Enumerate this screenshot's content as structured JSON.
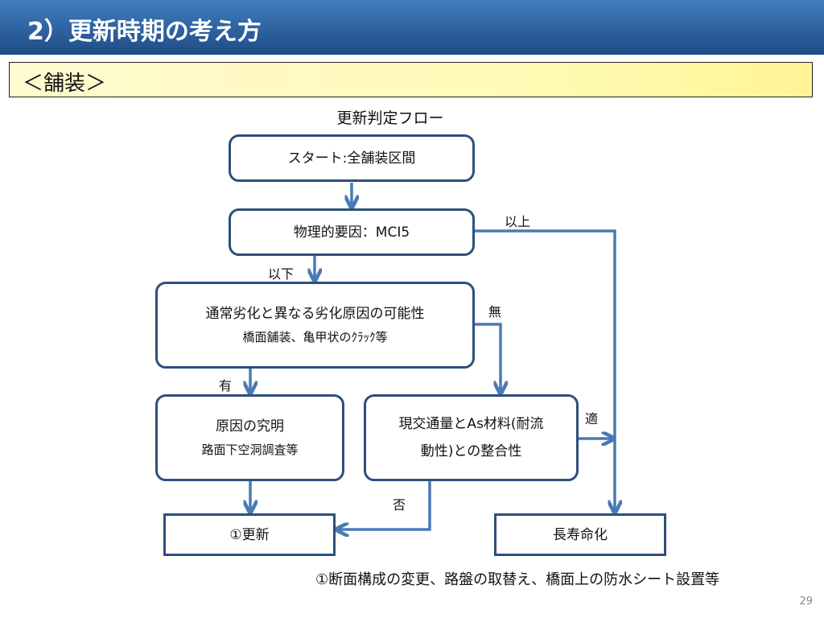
{
  "header": {
    "title": "2）更新時期の考え方"
  },
  "section": {
    "title": "＜舗装＞"
  },
  "flow": {
    "title": "更新判定フロー",
    "start": "スタート:全舗装区間",
    "physical": "物理的要因：MCI5",
    "deterioration_line1": "通常劣化と異なる劣化原因の可能性",
    "deterioration_line2": "橋面舗装、亀甲状のｸﾗｯｸ等",
    "cause_line1": "原因の究明",
    "cause_line2": "路面下空洞調査等",
    "traffic_line1": "現交通量とAs材料(耐流",
    "traffic_line2": "動性)との整合性",
    "renewal": "①更新",
    "longevity": "長寿命化",
    "labels": {
      "above": "以上",
      "below": "以下",
      "none": "無",
      "yes": "有",
      "suitable": "適",
      "unsuitable": "否"
    }
  },
  "footnote": "①断面構成の変更、路盤の取替え、橋面上の防水シート設置等",
  "page_number": "29",
  "colors": {
    "box_border": "#2d4f7d",
    "arrow": "#4a7ab5",
    "header": "#2c5f9c",
    "section_bg": "#fffbb8"
  }
}
